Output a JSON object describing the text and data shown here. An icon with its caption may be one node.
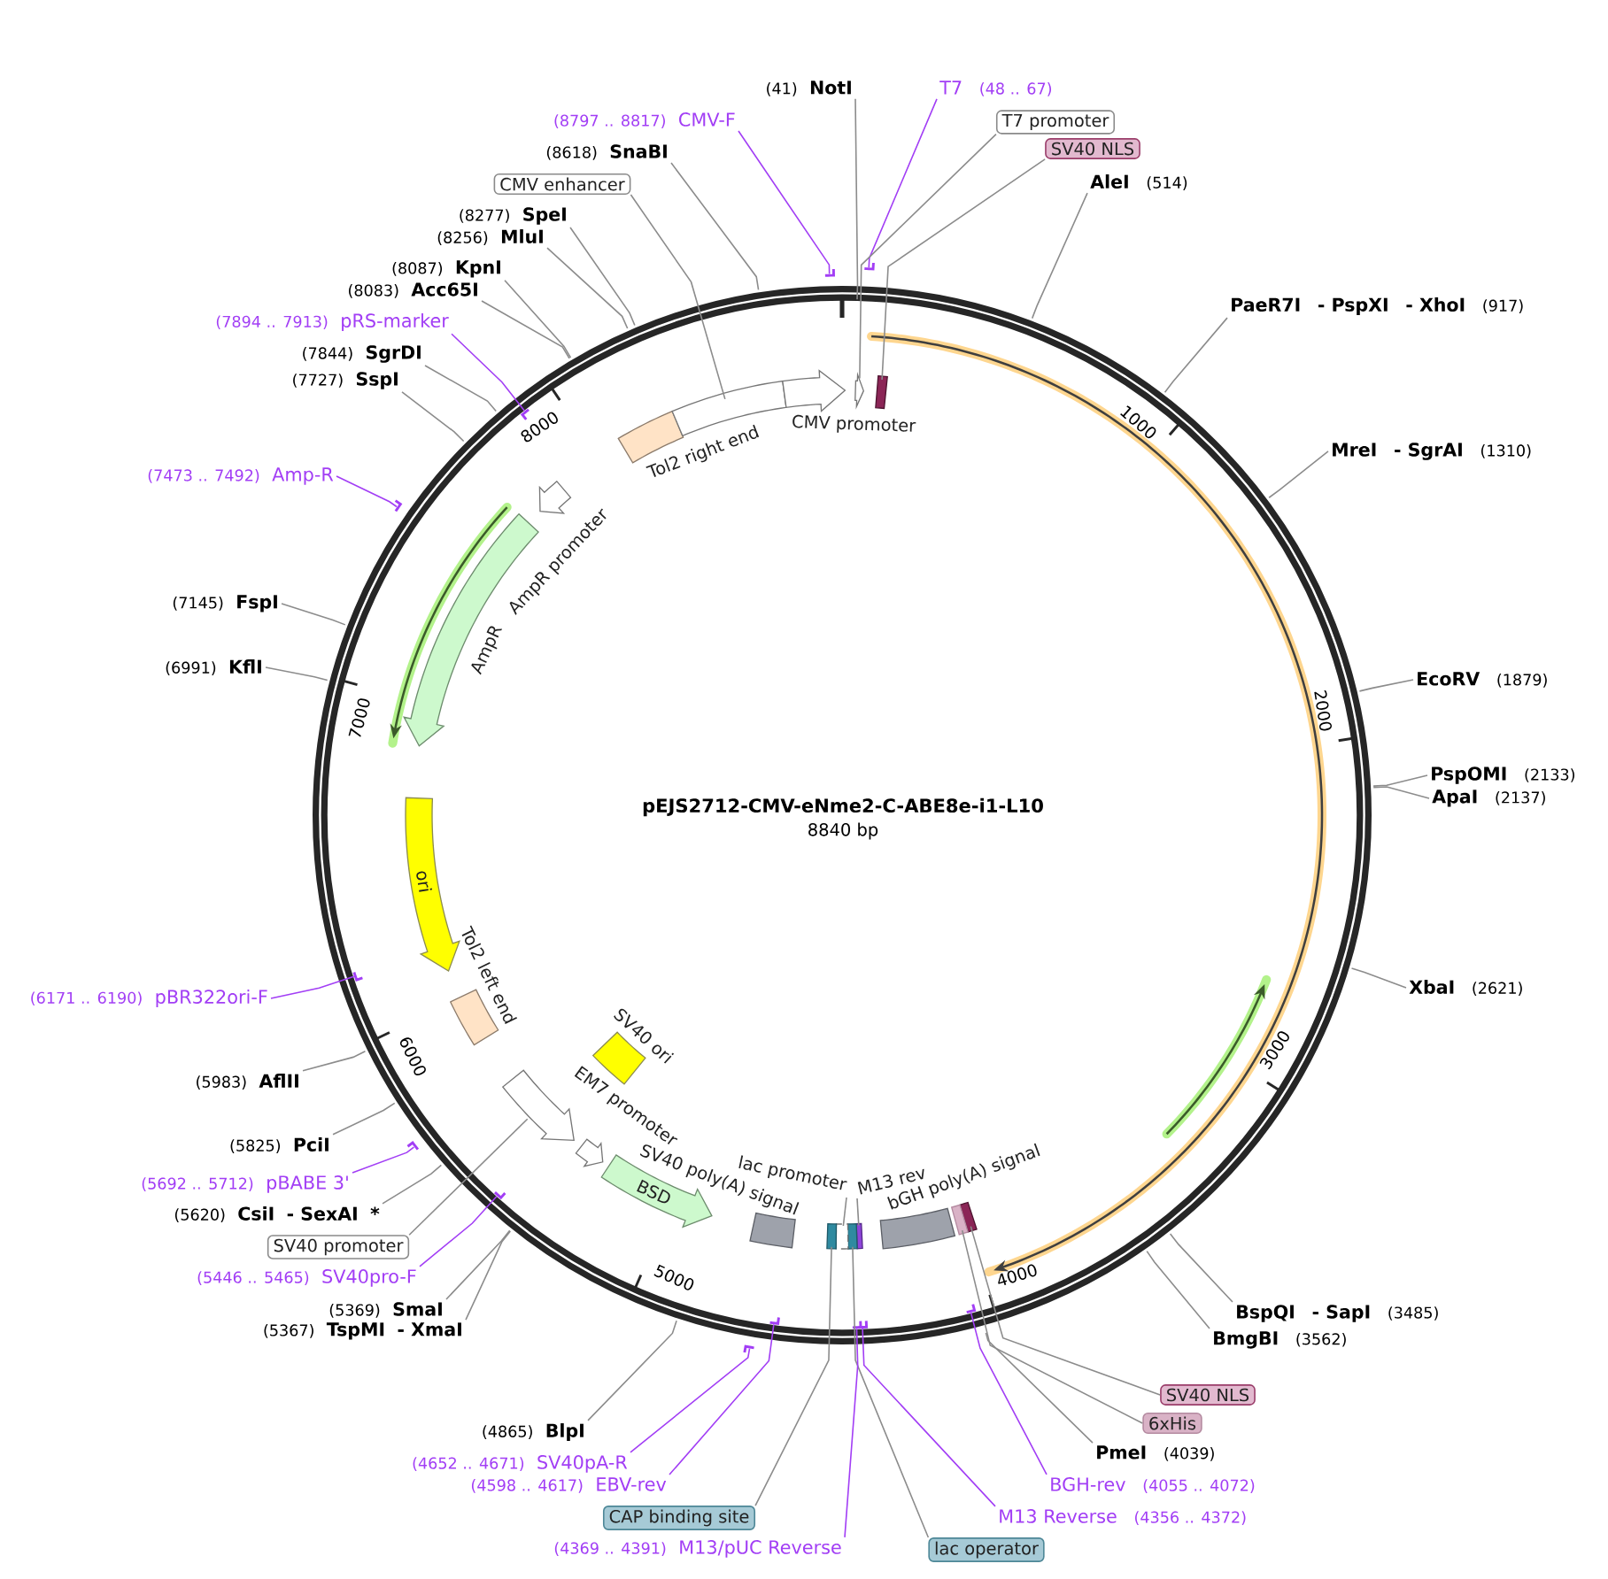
{
  "diagram": {
    "title": "pEJS2712-CMV-eNme2-C-ABE8e-i1-L10",
    "nodes": [
      {
        "text": [
          "(41)",
          "NotI"
        ]
      },
      {
        "text": [
          "T7",
          "(48 .. 67)"
        ]
      },
      {
        "text": [
          "T7 promoter"
        ]
      },
      {
        "text": [
          "SV40 NLS"
        ]
      },
      {
        "text": [
          "AleI",
          "(514)"
        ]
      },
      {
        "text": [
          "PaeR7I",
          "- PspXI",
          "- XhoI",
          "(917)"
        ]
      },
      {
        "text": [
          "MreI",
          "- SgrAI",
          "(1310)"
        ]
      },
      {
        "text": [
          "EcoRV",
          "(1879)"
        ]
      },
      {
        "text": [
          "PspOMI",
          "(2133)"
        ]
      },
      {
        "text": [
          "ApaI",
          "(2137)"
        ]
      },
      {
        "text": [
          "XbaI",
          "(2621)"
        ]
      },
      {
        "text": [
          "BspQI",
          "- SapI",
          "(3485)"
        ]
      },
      {
        "text": [
          "BmgBI",
          "(3562)"
        ]
      },
      {
        "text": [
          "SV40 NLS"
        ]
      },
      {
        "text": [
          "6xHis"
        ]
      },
      {
        "text": [
          "PmeI",
          "(4039)"
        ]
      },
      {
        "text": [
          "BGH-rev",
          "(4055 .. 4072)"
        ]
      },
      {
        "text": [
          "M13 Reverse",
          "(4356 .. 4372)"
        ]
      },
      {
        "text": [
          "lac operator"
        ]
      },
      {
        "text": [
          "(4369 .. 4391)",
          "M13/pUC Reverse"
        ]
      },
      {
        "text": [
          "CAP binding site"
        ]
      },
      {
        "text": [
          "(4598 .. 4617)",
          "EBV-rev"
        ]
      },
      {
        "text": [
          "(4652 .. 4671)",
          "SV40pA-R"
        ]
      },
      {
        "text": [
          "(4865)",
          "BlpI"
        ]
      },
      {
        "text": [
          "(5367)",
          "TspMI",
          "- XmaI"
        ]
      },
      {
        "text": [
          "(5369)",
          "SmaI"
        ]
      },
      {
        "text": [
          "(5446 .. 5465)",
          "SV40pro-F"
        ]
      },
      {
        "text": [
          "SV40 promoter"
        ]
      },
      {
        "text": [
          "(5620)",
          "CsiI",
          "- SexAI",
          "*"
        ]
      },
      {
        "text": [
          "(5692 .. 5712)",
          "pBABE 3'"
        ]
      },
      {
        "text": [
          "(5825)",
          "PciI"
        ]
      },
      {
        "text": [
          "(5983)",
          "AflII"
        ]
      },
      {
        "text": [
          "(6171 .. 6190)",
          "pBR322ori-F"
        ]
      },
      {
        "text": [
          "(6991)",
          "KflI"
        ]
      },
      {
        "text": [
          "(7145)",
          "FspI"
        ]
      },
      {
        "text": [
          "(7473 .. 7492)",
          "Amp-R"
        ]
      },
      {
        "text": [
          "(7727)",
          "SspI"
        ]
      },
      {
        "text": [
          "(7844)",
          "SgrDI"
        ]
      },
      {
        "text": [
          "(7894 .. 7913)",
          "pRS-marker"
        ]
      },
      {
        "text": [
          "(8083)",
          "Acc65I"
        ]
      },
      {
        "text": [
          "(8087)",
          "KpnI"
        ]
      },
      {
        "text": [
          "(8256)",
          "MluI"
        ]
      },
      {
        "text": [
          "(8277)",
          "SpeI"
        ]
      },
      {
        "text": [
          "CMV enhancer"
        ]
      },
      {
        "text": [
          "(8618)",
          "SnaBI"
        ]
      },
      {
        "text": [
          "(8797 .. 8817)",
          "CMV-F"
        ]
      },
      {
        "text": [],
        "shape": "arrow"
      },
      {
        "text": [],
        "shape": "box"
      },
      {
        "text": [],
        "shape": "box"
      },
      {
        "text": [],
        "shape": "box"
      },
      {
        "text": [
          "bGH poly(A) signal"
        ]
      },
      {
        "text": [
          "M13 rev"
        ]
      },
      {
        "text": [],
        "shape": "box"
      },
      {
        "text": [],
        "shape": "box"
      },
      {
        "text": [
          "lac promoter"
        ]
      },
      {
        "text": [],
        "shape": "box"
      },
      {
        "text": [],
        "shape": "box"
      },
      {
        "text": [
          "SV40 poly(A) signal"
        ]
      },
      {
        "text": [
          "BSD"
        ]
      },
      {
        "text": [
          "EM7 promoter"
        ]
      },
      {
        "text": [],
        "shape": "arrow"
      },
      {
        "text": [
          "SV40 ori"
        ]
      },
      {
        "text": [
          "Tol2 left end"
        ]
      },
      {
        "text": [
          "ori"
        ]
      },
      {
        "text": [
          "AmpR"
        ]
      },
      {
        "text": [
          "AmpR promoter"
        ]
      },
      {
        "text": [
          "Tol2 right end"
        ]
      },
      {
        "text": [],
        "shape": "box"
      },
      {
        "text": [
          "CMV promoter"
        ]
      },
      {
        "text": [],
        "shape": "bar"
      },
      {
        "text": [],
        "shape": "bar"
      },
      {
        "text": [],
        "shape": "bar"
      },
      {
        "text": [],
        "shape": "bar"
      },
      {
        "text": [],
        "shape": "bar"
      },
      {
        "text": [],
        "shape": "bar"
      },
      {
        "text": [],
        "shape": "bar"
      },
      {
        "text": [],
        "shape": "bar"
      },
      {
        "text": [],
        "shape": "bar"
      },
      {
        "text": [],
        "shape": "bar"
      },
      {
        "text": [],
        "shape": "bar"
      },
      {
        "text": [],
        "shape": "bar"
      }
    ],
    "edges": [
      {
        "from": 0,
        "to": null,
        "arrow": "none"
      },
      {
        "from": 1,
        "to": 69,
        "arrow": "none",
        "color": "#a23ef5"
      },
      {
        "from": 2,
        "to": 46,
        "arrow": "none"
      },
      {
        "from": 3,
        "to": 47,
        "arrow": "none"
      },
      {
        "from": 4,
        "to": null,
        "arrow": "none"
      },
      {
        "from": 5,
        "to": null,
        "arrow": "none"
      },
      {
        "from": 6,
        "to": null,
        "arrow": "none"
      },
      {
        "from": 7,
        "to": null,
        "arrow": "none"
      },
      {
        "from": 8,
        "to": null,
        "arrow": "none"
      },
      {
        "from": 9,
        "to": null,
        "arrow": "none"
      },
      {
        "from": 10,
        "to": null,
        "arrow": "none"
      },
      {
        "from": 11,
        "to": null,
        "arrow": "none"
      },
      {
        "from": 12,
        "to": null,
        "arrow": "none"
      },
      {
        "from": 13,
        "to": 48,
        "arrow": "none"
      },
      {
        "from": 14,
        "to": 49,
        "arrow": "none"
      },
      {
        "from": 15,
        "to": null,
        "arrow": "none"
      },
      {
        "from": 16,
        "to": 70,
        "arrow": "none",
        "color": "#a23ef5"
      },
      {
        "from": 17,
        "to": 71,
        "arrow": "none",
        "color": "#a23ef5"
      },
      {
        "from": 18,
        "to": 53,
        "arrow": "none"
      },
      {
        "from": 19,
        "to": 72,
        "arrow": "none",
        "color": "#a23ef5"
      },
      {
        "from": 20,
        "to": 56,
        "arrow": "none"
      },
      {
        "from": 21,
        "to": 73,
        "arrow": "none",
        "color": "#a23ef5"
      },
      {
        "from": 22,
        "to": 74,
        "arrow": "none",
        "color": "#a23ef5"
      },
      {
        "from": 23,
        "to": null,
        "arrow": "none"
      },
      {
        "from": 24,
        "to": null,
        "arrow": "none"
      },
      {
        "from": 25,
        "to": null,
        "arrow": "none"
      },
      {
        "from": 26,
        "to": 75,
        "arrow": "none",
        "color": "#a23ef5"
      },
      {
        "from": 27,
        "to": 60,
        "arrow": "none"
      },
      {
        "from": 28,
        "to": null,
        "arrow": "none"
      },
      {
        "from": 29,
        "to": 76,
        "arrow": "none",
        "color": "#a23ef5"
      },
      {
        "from": 30,
        "to": null,
        "arrow": "none"
      },
      {
        "from": 31,
        "to": null,
        "arrow": "none"
      },
      {
        "from": 32,
        "to": 77,
        "arrow": "none",
        "color": "#a23ef5"
      },
      {
        "from": 33,
        "to": null,
        "arrow": "none"
      },
      {
        "from": 34,
        "to": null,
        "arrow": "none"
      },
      {
        "from": 35,
        "to": 78,
        "arrow": "none",
        "color": "#a23ef5"
      },
      {
        "from": 36,
        "to": null,
        "arrow": "none"
      },
      {
        "from": 37,
        "to": null,
        "arrow": "none"
      },
      {
        "from": 38,
        "to": 79,
        "arrow": "none",
        "color": "#a23ef5"
      },
      {
        "from": 39,
        "to": null,
        "arrow": "none"
      },
      {
        "from": 40,
        "to": null,
        "arrow": "none"
      },
      {
        "from": 41,
        "to": null,
        "arrow": "none"
      },
      {
        "from": 42,
        "to": null,
        "arrow": "none"
      },
      {
        "from": 43,
        "to": 67,
        "arrow": "none"
      },
      {
        "from": 44,
        "to": null,
        "arrow": "none"
      },
      {
        "from": 45,
        "to": 80,
        "arrow": "none",
        "color": "#a23ef5"
      },
      {
        "from": 51,
        "to": 52,
        "arrow": "none"
      },
      {
        "from": 54,
        "to": 55,
        "arrow": "none"
      }
    ],
    "labels": [
      "8840 bp",
      "1000",
      "2000",
      "3000",
      "4000",
      "5000",
      "6000",
      "7000",
      "8000"
    ]
  }
}
